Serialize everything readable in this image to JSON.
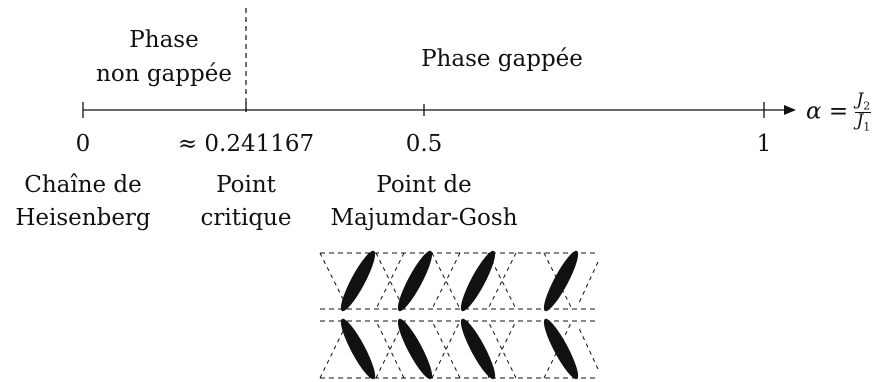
{
  "regions": {
    "gapless": {
      "line1": "Phase",
      "line2": "non gappée"
    },
    "gapped": "Phase gappée"
  },
  "axis": {
    "ticks": [
      "0",
      "≈ 0.241167",
      "0.5",
      "1"
    ],
    "variable": "α",
    "equals": "=",
    "numerator": "J",
    "numerator_sub": "2",
    "denominator": "J",
    "denominator_sub": "1"
  },
  "points": {
    "heisenberg": {
      "line1": "Chaîne de",
      "line2": "Heisenberg"
    },
    "critical": {
      "line1": "Point",
      "line2": "critique"
    },
    "majumdar": {
      "line1": "Point de",
      "line2": "Majumdar-Gosh"
    }
  },
  "colors": {
    "ink": "#111111",
    "background": "#ffffff"
  }
}
